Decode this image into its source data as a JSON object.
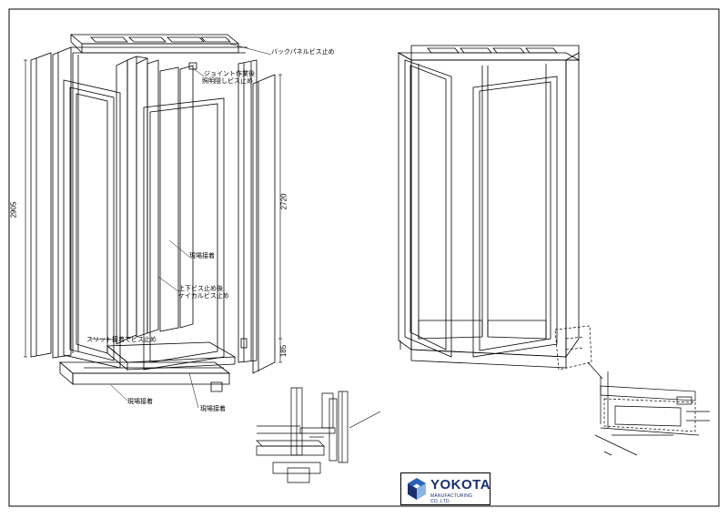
{
  "labels": {
    "back_panel": "バックパネルビス止め",
    "joint_line1": "ジョイント作業後",
    "joint_line2": "照明隠しビス止め",
    "onsite_bond_mid": "現場接着",
    "screw_line1": "上下ビス止め後",
    "screw_line2": "ケイカルビス止め",
    "slit": "スリット接着でビス止め",
    "onsite_bond_bottom_left": "現場接着",
    "onsite_bond_bottom_right": "現場接着"
  },
  "dimensions": {
    "overall_height": "2905",
    "body_height": "2720",
    "base_height": "185"
  },
  "logo": {
    "name": "YOKOTA",
    "subtitle": "MANUFACTURING CO.,LTD.",
    "colors": {
      "navy": "#1b2f6e",
      "blue": "#2b64b5",
      "light_blue": "#8bb6e4"
    }
  }
}
